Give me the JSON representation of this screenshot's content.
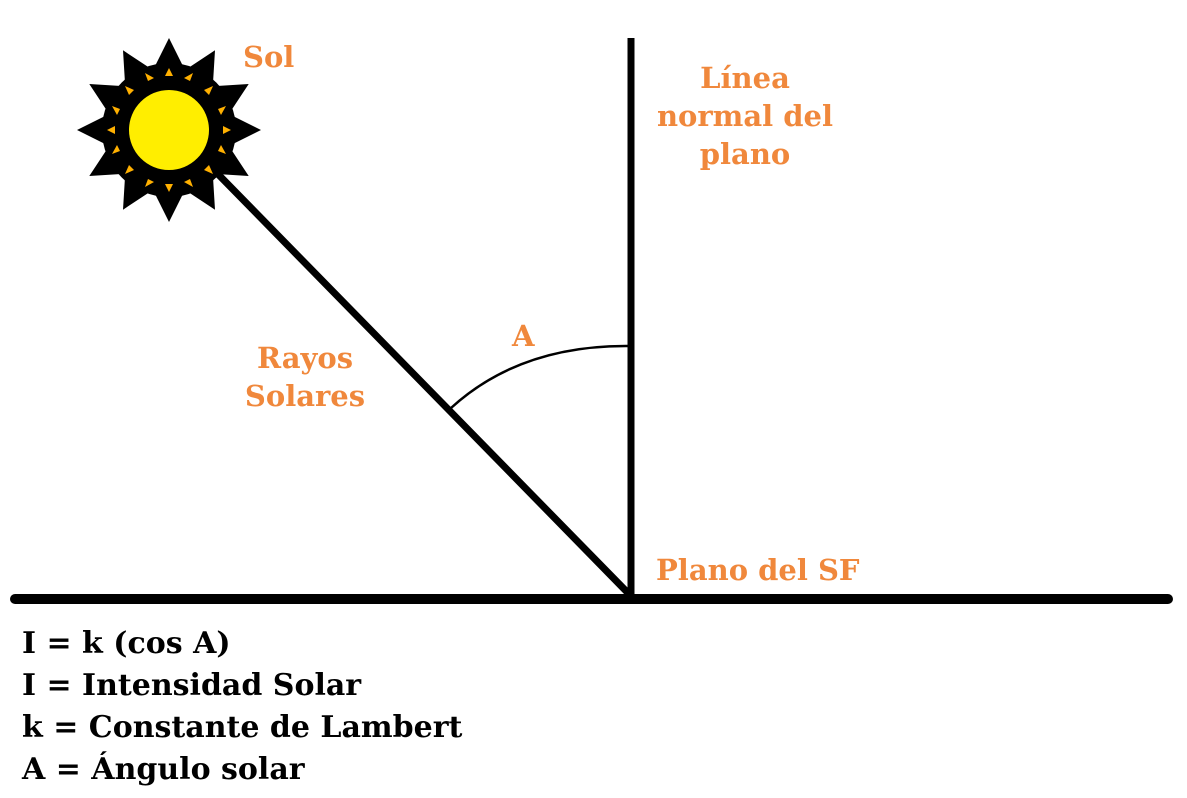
{
  "colors": {
    "label": "#f0883c",
    "line": "#000000",
    "sun_core": "#ffee00",
    "sun_rays": "#ffb000",
    "background": "#ffffff"
  },
  "labels": {
    "sun": "Sol",
    "normal_line_1": "Línea",
    "normal_line_2": "normal del",
    "normal_line_3": "plano",
    "rays_1": "Rayos",
    "rays_2": "Solares",
    "angle": "A",
    "plane": "Plano del SF"
  },
  "formulas": [
    "I = k (cos A)",
    "I = Intensidad Solar",
    "k = Constante de Lambert",
    "A = Ángulo solar"
  ],
  "icons": {
    "sun": "sun-icon"
  }
}
